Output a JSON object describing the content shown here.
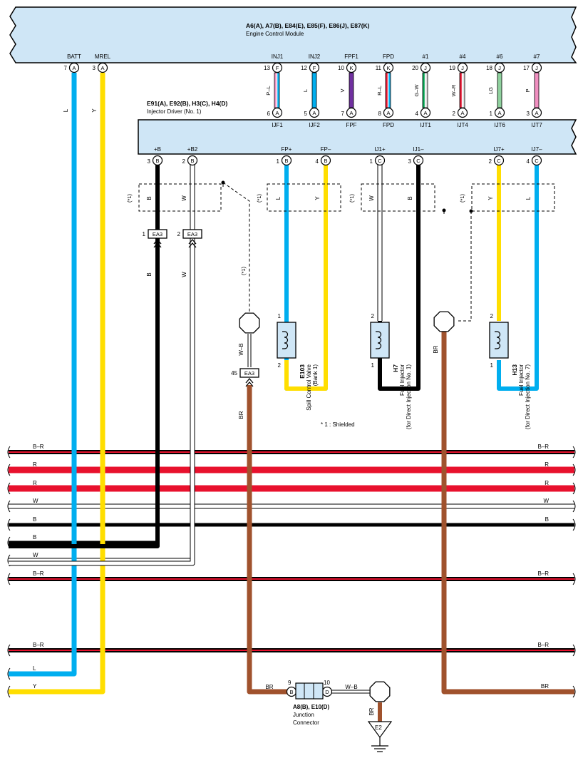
{
  "ecm": {
    "codes": "A6(A), A7(B), E84(E), E85(F), E86(J), E87(K)",
    "name": "Engine Control Module",
    "left_pins": [
      {
        "label": "BATT",
        "num": "7",
        "conn": "A"
      },
      {
        "label": "MREL",
        "num": "3",
        "conn": "A"
      }
    ],
    "right_pins": [
      {
        "label": "INJ1",
        "num": "13",
        "conn": "F"
      },
      {
        "label": "INJ2",
        "num": "12",
        "conn": "F"
      },
      {
        "label": "FPF1",
        "num": "10",
        "conn": "K"
      },
      {
        "label": "FPD",
        "num": "11",
        "conn": "K"
      },
      {
        "label": "#1",
        "num": "20",
        "conn": "J"
      },
      {
        "label": "#4",
        "num": "19",
        "conn": "J"
      },
      {
        "label": "#6",
        "num": "18",
        "conn": "J"
      },
      {
        "label": "#7",
        "num": "17",
        "conn": "J"
      }
    ]
  },
  "ecm_links": [
    {
      "color": "P–L",
      "num": "6",
      "conn": "A",
      "label": "IJF1"
    },
    {
      "color": "L",
      "num": "5",
      "conn": "A",
      "label": "IJF2"
    },
    {
      "color": "V",
      "num": "7",
      "conn": "A",
      "label": "FPF"
    },
    {
      "color": "R–L",
      "num": "8",
      "conn": "A",
      "label": "FPD"
    },
    {
      "color": "G–W",
      "num": "4",
      "conn": "A",
      "label": "IJT1"
    },
    {
      "color": "W–R",
      "num": "2",
      "conn": "A",
      "label": "IJT4"
    },
    {
      "color": "LG",
      "num": "1",
      "conn": "A",
      "label": "IJT6"
    },
    {
      "color": "P",
      "num": "3",
      "conn": "A",
      "label": "IJT7"
    }
  ],
  "driver": {
    "codes": "E91(A), E92(B), H3(C), H4(D)",
    "name": "Injector Driver (No. 1)",
    "bottom_pins": [
      {
        "label": "+B",
        "num": "3",
        "conn": "B"
      },
      {
        "label": "+B2",
        "num": "2",
        "conn": "B"
      },
      {
        "label": "FP+",
        "num": "1",
        "conn": "B"
      },
      {
        "label": "FP–",
        "num": "4",
        "conn": "B"
      },
      {
        "label": "IJ1+",
        "num": "1",
        "conn": "C"
      },
      {
        "label": "IJ1–",
        "num": "3",
        "conn": "C"
      },
      {
        "label": "IJ7+",
        "num": "2",
        "conn": "C"
      },
      {
        "label": "IJ7–",
        "num": "4",
        "conn": "C"
      }
    ]
  },
  "wire_colors": {
    "batt": "L",
    "mrel": "Y",
    "b_top": "B",
    "w_top": "W",
    "b_mid": "B",
    "w_mid": "W",
    "fp_plus": "L",
    "fp_minus": "Y",
    "ij1_plus": "W",
    "ij1_minus": "B",
    "ij7_plus": "Y",
    "ij7_minus": "L",
    "shield_drain": "W–B",
    "ground_br": "BR",
    "shield_br": "BR",
    "junction_out": "W–B",
    "ground_br2": "BR"
  },
  "shield_marks": [
    "(*1)",
    "(*1)",
    "(*1)",
    "(*1)",
    "(*1)"
  ],
  "ea3": [
    {
      "num": "1",
      "code": "EA3"
    },
    {
      "num": "2",
      "code": "EA3"
    },
    {
      "num": "45",
      "code": "EA3"
    }
  ],
  "components": [
    {
      "code": "E103",
      "name": "Spill Control Valve",
      "sub": "(Bank 1)",
      "pin_top": "1",
      "pin_bottom": "2"
    },
    {
      "code": "H7",
      "name": "Fuel Injector",
      "sub": "(for Direct Injection No. 1)",
      "pin_top": "2",
      "pin_bottom": "1"
    },
    {
      "code": "H13",
      "name": "Fuel Injector",
      "sub": "(for Direct Injection No. 7)",
      "pin_top": "2",
      "pin_bottom": "1"
    }
  ],
  "note": "* 1 : Shielded",
  "buses": [
    {
      "label": "B–R",
      "right": "B–R",
      "color": "#000000",
      "stripe": "#e8112d"
    },
    {
      "label": "R",
      "right": "R",
      "color": "#e8112d",
      "stripe": ""
    },
    {
      "label": "R",
      "right": "R",
      "color": "#e8112d",
      "stripe": ""
    },
    {
      "label": "W",
      "right": "W",
      "color": "#ffffff",
      "stripe": ""
    },
    {
      "label": "B",
      "right": "B",
      "color": "#000000",
      "stripe": ""
    },
    {
      "label": "B",
      "right": "",
      "color": "#000000",
      "stripe": ""
    },
    {
      "label": "W",
      "right": "",
      "color": "#ffffff",
      "stripe": ""
    },
    {
      "label": "B–R",
      "right": "B–R",
      "color": "#000000",
      "stripe": "#e8112d"
    },
    {
      "label": "B–R",
      "right": "B–R",
      "color": "#000000",
      "stripe": "#e8112d"
    },
    {
      "label": "L",
      "right": "",
      "color": "#00aeef",
      "stripe": ""
    },
    {
      "label": "Y",
      "right": "",
      "color": "#ffde00",
      "stripe": ""
    },
    {
      "label": "",
      "right": "BR",
      "color": "#a0522d",
      "stripe": ""
    }
  ],
  "junction": {
    "codes": "A8(B), E10(D)",
    "name1": "Junction",
    "name2": "Connector",
    "pin_left": "9",
    "conn_left": "B",
    "pin_right": "10",
    "conn_right": "D",
    "in_color": "BR"
  },
  "ground": {
    "label": "E2"
  },
  "colors": {
    "box_fill": "#cfe6f6",
    "blue": "#00aeef",
    "yellow": "#ffde00",
    "black": "#000000",
    "white": "#ffffff",
    "red": "#e8112d",
    "brown": "#a0522d",
    "violet": "#7030a0",
    "pink": "#f08fc0",
    "green": "#00a651",
    "lightgreen": "#8fd19e"
  }
}
